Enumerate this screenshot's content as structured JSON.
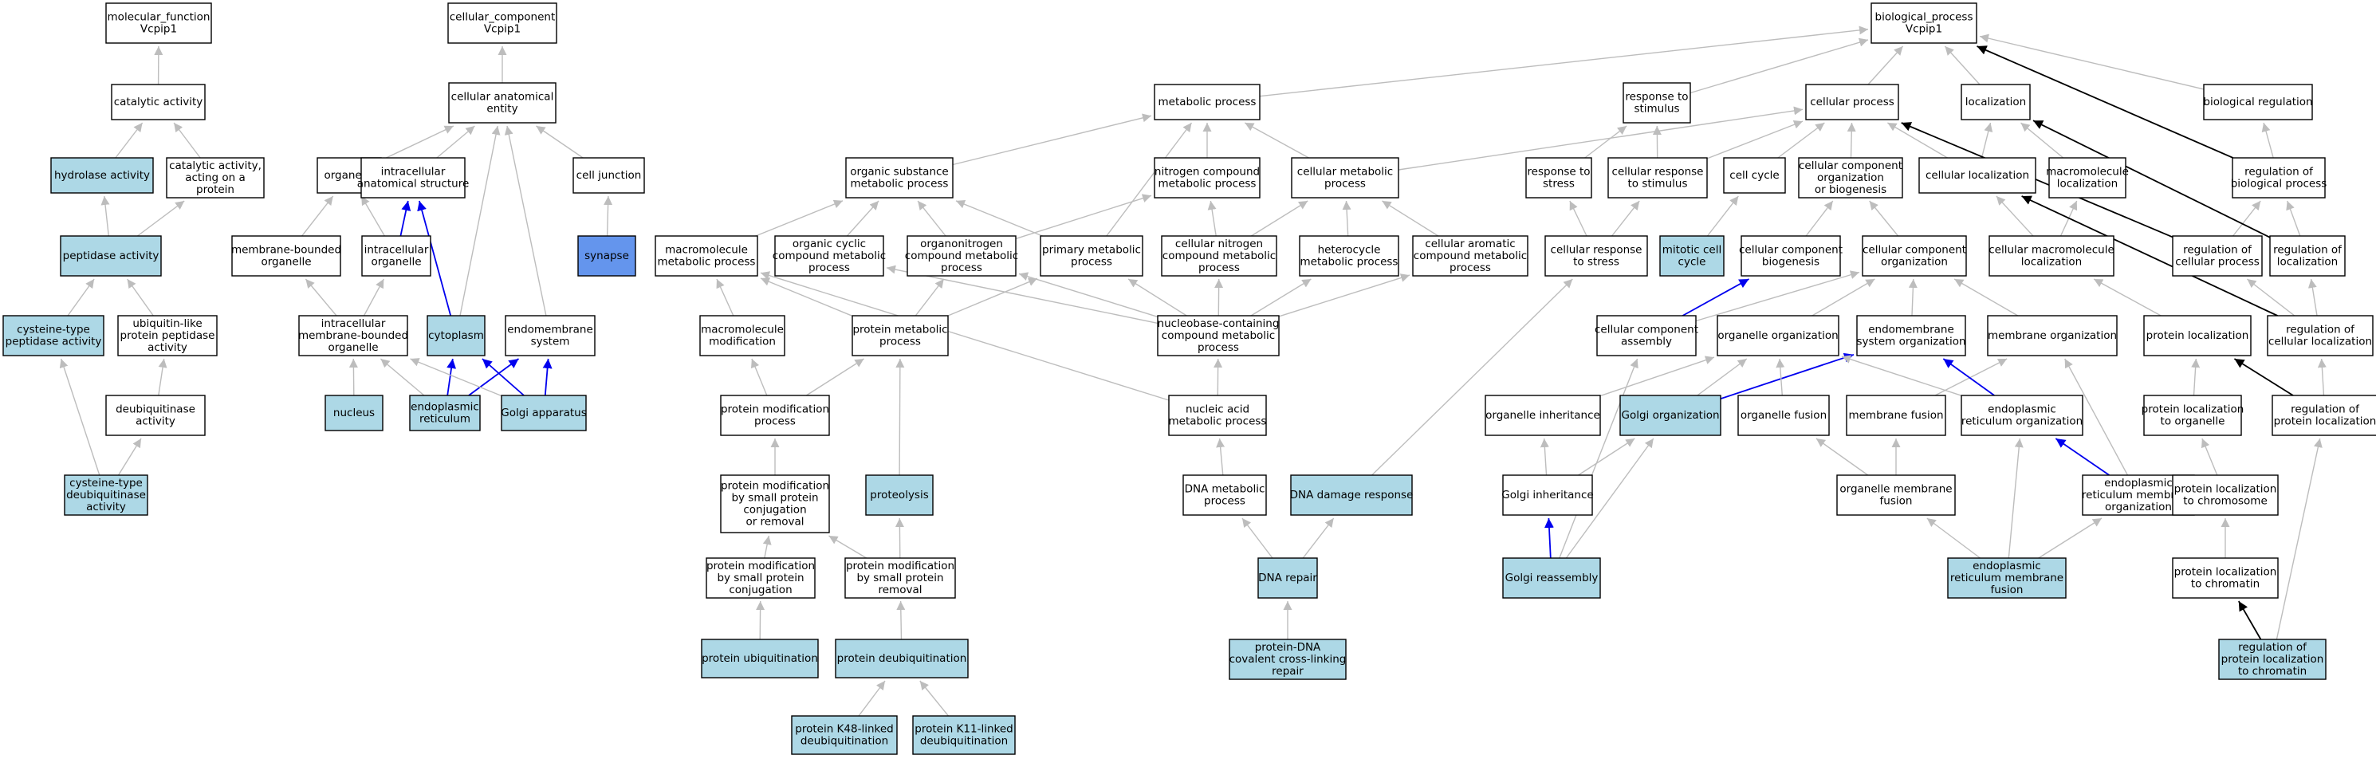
{
  "colors": {
    "plain": "#ffffff",
    "annotated": "#add8e6",
    "highlight": "#6495ed",
    "edge_gray": "#bdbdbd",
    "edge_blue": "#0000ee",
    "edge_black": "#000000"
  },
  "nodes": [
    {
      "id": "mf",
      "lines": [
        "molecular_function",
        "Vcpip1"
      ],
      "fill": "plain"
    },
    {
      "id": "cat",
      "lines": [
        "catalytic activity"
      ],
      "fill": "plain"
    },
    {
      "id": "hyd",
      "lines": [
        "hydrolase activity"
      ],
      "fill": "annotated"
    },
    {
      "id": "catprot",
      "lines": [
        "catalytic activity,",
        "acting on a",
        "protein"
      ],
      "fill": "plain"
    },
    {
      "id": "pep",
      "lines": [
        "peptidase activity"
      ],
      "fill": "annotated"
    },
    {
      "id": "cyspep",
      "lines": [
        "cysteine-type",
        "peptidase activity"
      ],
      "fill": "annotated"
    },
    {
      "id": "ublpep",
      "lines": [
        "ubiquitin-like",
        "protein peptidase",
        "activity"
      ],
      "fill": "plain"
    },
    {
      "id": "deub",
      "lines": [
        "deubiquitinase",
        "activity"
      ],
      "fill": "plain"
    },
    {
      "id": "cysdeub",
      "lines": [
        "cysteine-type",
        "deubiquitinase",
        "activity"
      ],
      "fill": "annotated"
    },
    {
      "id": "cc",
      "lines": [
        "cellular_component",
        "Vcpip1"
      ],
      "fill": "plain"
    },
    {
      "id": "cae",
      "lines": [
        "cellular anatomical",
        "entity"
      ],
      "fill": "plain"
    },
    {
      "id": "organelle",
      "lines": [
        "organelle"
      ],
      "fill": "plain"
    },
    {
      "id": "ias",
      "lines": [
        "intracellular",
        "anatomical structure"
      ],
      "fill": "plain"
    },
    {
      "id": "celljunc",
      "lines": [
        "cell junction"
      ],
      "fill": "plain"
    },
    {
      "id": "mbo",
      "lines": [
        "membrane-bounded",
        "organelle"
      ],
      "fill": "plain"
    },
    {
      "id": "io",
      "lines": [
        "intracellular",
        "organelle"
      ],
      "fill": "plain"
    },
    {
      "id": "synapse",
      "lines": [
        "synapse"
      ],
      "fill": "highlight"
    },
    {
      "id": "imbo",
      "lines": [
        "intracellular",
        "membrane-bounded",
        "organelle"
      ],
      "fill": "plain"
    },
    {
      "id": "cytoplasm",
      "lines": [
        "cytoplasm"
      ],
      "fill": "annotated"
    },
    {
      "id": "endosys",
      "lines": [
        "endomembrane",
        "system"
      ],
      "fill": "plain"
    },
    {
      "id": "nucleus",
      "lines": [
        "nucleus"
      ],
      "fill": "annotated"
    },
    {
      "id": "er",
      "lines": [
        "endoplasmic",
        "reticulum"
      ],
      "fill": "annotated"
    },
    {
      "id": "golgi",
      "lines": [
        "Golgi apparatus"
      ],
      "fill": "annotated"
    },
    {
      "id": "bp",
      "lines": [
        "biological_process",
        "Vcpip1"
      ],
      "fill": "plain"
    },
    {
      "id": "metab",
      "lines": [
        "metabolic process"
      ],
      "fill": "plain"
    },
    {
      "id": "rts",
      "lines": [
        "response to",
        "stimulus"
      ],
      "fill": "plain"
    },
    {
      "id": "cellproc",
      "lines": [
        "cellular process"
      ],
      "fill": "plain"
    },
    {
      "id": "local",
      "lines": [
        "localization"
      ],
      "fill": "plain"
    },
    {
      "id": "bioreg",
      "lines": [
        "biological regulation"
      ],
      "fill": "plain"
    },
    {
      "id": "osmp",
      "lines": [
        "organic substance",
        "metabolic process"
      ],
      "fill": "plain"
    },
    {
      "id": "ncmp",
      "lines": [
        "nitrogen compound",
        "metabolic process"
      ],
      "fill": "plain"
    },
    {
      "id": "cmp",
      "lines": [
        "cellular metabolic",
        "process"
      ],
      "fill": "plain"
    },
    {
      "id": "rstress",
      "lines": [
        "response to",
        "stress"
      ],
      "fill": "plain"
    },
    {
      "id": "crs",
      "lines": [
        "cellular response",
        "to stimulus"
      ],
      "fill": "plain"
    },
    {
      "id": "cellcycle",
      "lines": [
        "cell cycle"
      ],
      "fill": "plain"
    },
    {
      "id": "ccob",
      "lines": [
        "cellular component",
        "organization",
        "or biogenesis"
      ],
      "fill": "plain"
    },
    {
      "id": "cellloc",
      "lines": [
        "cellular localization"
      ],
      "fill": "plain"
    },
    {
      "id": "macroloc",
      "lines": [
        "macromolecule",
        "localization"
      ],
      "fill": "plain"
    },
    {
      "id": "rbp",
      "lines": [
        "regulation of",
        "biological process"
      ],
      "fill": "plain"
    },
    {
      "id": "mmp",
      "lines": [
        "macromolecule",
        "metabolic process"
      ],
      "fill": "plain"
    },
    {
      "id": "occmp",
      "lines": [
        "organic cyclic",
        "compound metabolic",
        "process"
      ],
      "fill": "plain"
    },
    {
      "id": "oncmp",
      "lines": [
        "organonitrogen",
        "compound metabolic",
        "process"
      ],
      "fill": "plain"
    },
    {
      "id": "pmp",
      "lines": [
        "primary metabolic",
        "process"
      ],
      "fill": "plain"
    },
    {
      "id": "cncmp",
      "lines": [
        "cellular nitrogen",
        "compound metabolic",
        "process"
      ],
      "fill": "plain"
    },
    {
      "id": "hmp",
      "lines": [
        "heterocycle",
        "metabolic process"
      ],
      "fill": "plain"
    },
    {
      "id": "cacmp",
      "lines": [
        "cellular aromatic",
        "compound metabolic",
        "process"
      ],
      "fill": "plain"
    },
    {
      "id": "crstress",
      "lines": [
        "cellular response",
        "to stress"
      ],
      "fill": "plain"
    },
    {
      "id": "mcc",
      "lines": [
        "mitotic cell",
        "cycle"
      ],
      "fill": "annotated"
    },
    {
      "id": "ccbio",
      "lines": [
        "cellular component",
        "biogenesis"
      ],
      "fill": "plain"
    },
    {
      "id": "cco",
      "lines": [
        "cellular component",
        "organization"
      ],
      "fill": "plain"
    },
    {
      "id": "cml",
      "lines": [
        "cellular macromolecule",
        "localization"
      ],
      "fill": "plain"
    },
    {
      "id": "rcp",
      "lines": [
        "regulation of",
        "cellular process"
      ],
      "fill": "plain"
    },
    {
      "id": "rloc",
      "lines": [
        "regulation of",
        "localization"
      ],
      "fill": "plain"
    },
    {
      "id": "mmmod",
      "lines": [
        "macromolecule",
        "modification"
      ],
      "fill": "plain"
    },
    {
      "id": "protmp",
      "lines": [
        "protein metabolic",
        "process"
      ],
      "fill": "plain"
    },
    {
      "id": "nccmp",
      "lines": [
        "nucleobase-containing",
        "compound metabolic",
        "process"
      ],
      "fill": "plain"
    },
    {
      "id": "cca",
      "lines": [
        "cellular component",
        "assembly"
      ],
      "fill": "plain"
    },
    {
      "id": "orgorg",
      "lines": [
        "organelle organization"
      ],
      "fill": "plain"
    },
    {
      "id": "endoorg",
      "lines": [
        "endomembrane",
        "system organization"
      ],
      "fill": "plain"
    },
    {
      "id": "memorg",
      "lines": [
        "membrane organization"
      ],
      "fill": "plain"
    },
    {
      "id": "protloc",
      "lines": [
        "protein localization"
      ],
      "fill": "plain"
    },
    {
      "id": "rcl",
      "lines": [
        "regulation of",
        "cellular localization"
      ],
      "fill": "plain"
    },
    {
      "id": "pmodp",
      "lines": [
        "protein modification",
        "process"
      ],
      "fill": "plain"
    },
    {
      "id": "namp",
      "lines": [
        "nucleic acid",
        "metabolic process"
      ],
      "fill": "plain"
    },
    {
      "id": "orginh",
      "lines": [
        "organelle inheritance"
      ],
      "fill": "plain"
    },
    {
      "id": "golgiorg",
      "lines": [
        "Golgi organization"
      ],
      "fill": "annotated"
    },
    {
      "id": "orgfus",
      "lines": [
        "organelle fusion"
      ],
      "fill": "plain"
    },
    {
      "id": "memfus",
      "lines": [
        "membrane fusion"
      ],
      "fill": "plain"
    },
    {
      "id": "erorg",
      "lines": [
        "endoplasmic",
        "reticulum organization"
      ],
      "fill": "plain"
    },
    {
      "id": "ptoo",
      "lines": [
        "protein localization",
        "to organelle"
      ],
      "fill": "plain"
    },
    {
      "id": "rpl",
      "lines": [
        "regulation of",
        "protein localization"
      ],
      "fill": "plain"
    },
    {
      "id": "pmscr",
      "lines": [
        "protein modification",
        "by small protein",
        "conjugation",
        "or removal"
      ],
      "fill": "plain"
    },
    {
      "id": "proteolysis",
      "lines": [
        "proteolysis"
      ],
      "fill": "annotated"
    },
    {
      "id": "dnamp",
      "lines": [
        "DNA metabolic",
        "process"
      ],
      "fill": "plain"
    },
    {
      "id": "dnadr",
      "lines": [
        "DNA damage response"
      ],
      "fill": "annotated"
    },
    {
      "id": "golgiinh",
      "lines": [
        "Golgi inheritance"
      ],
      "fill": "plain"
    },
    {
      "id": "omf",
      "lines": [
        "organelle membrane",
        "fusion"
      ],
      "fill": "plain"
    },
    {
      "id": "ermo",
      "lines": [
        "endoplasmic",
        "reticulum membrane",
        "organization"
      ],
      "fill": "plain"
    },
    {
      "id": "ptoc",
      "lines": [
        "protein localization",
        "to chromosome"
      ],
      "fill": "plain"
    },
    {
      "id": "pmspc",
      "lines": [
        "protein modification",
        "by small protein",
        "conjugation"
      ],
      "fill": "plain"
    },
    {
      "id": "pmspr",
      "lines": [
        "protein modification",
        "by small protein",
        "removal"
      ],
      "fill": "plain"
    },
    {
      "id": "dnarep",
      "lines": [
        "DNA repair"
      ],
      "fill": "annotated"
    },
    {
      "id": "golgireasm",
      "lines": [
        "Golgi reassembly"
      ],
      "fill": "annotated"
    },
    {
      "id": "ermf",
      "lines": [
        "endoplasmic",
        "reticulum membrane",
        "fusion"
      ],
      "fill": "annotated"
    },
    {
      "id": "ptochr",
      "lines": [
        "protein localization",
        "to chromatin"
      ],
      "fill": "plain"
    },
    {
      "id": "pubiq",
      "lines": [
        "protein ubiquitination"
      ],
      "fill": "annotated"
    },
    {
      "id": "pdeubiq",
      "lines": [
        "protein deubiquitination"
      ],
      "fill": "annotated"
    },
    {
      "id": "pdnaxl",
      "lines": [
        "protein-DNA",
        "covalent cross-linking",
        "repair"
      ],
      "fill": "annotated"
    },
    {
      "id": "rptochr",
      "lines": [
        "regulation of",
        "protein localization",
        "to chromatin"
      ],
      "fill": "annotated"
    },
    {
      "id": "k48",
      "lines": [
        "protein K48-linked",
        "deubiquitination"
      ],
      "fill": "annotated"
    },
    {
      "id": "k11",
      "lines": [
        "protein K11-linked",
        "deubiquitination"
      ],
      "fill": "annotated"
    }
  ],
  "edges": [
    [
      "cat",
      "mf",
      "gray"
    ],
    [
      "hyd",
      "cat",
      "gray"
    ],
    [
      "catprot",
      "cat",
      "gray"
    ],
    [
      "pep",
      "hyd",
      "gray"
    ],
    [
      "pep",
      "catprot",
      "gray"
    ],
    [
      "cyspep",
      "pep",
      "gray"
    ],
    [
      "ublpep",
      "pep",
      "gray"
    ],
    [
      "deub",
      "ublpep",
      "gray"
    ],
    [
      "cysdeub",
      "cyspep",
      "gray"
    ],
    [
      "cysdeub",
      "deub",
      "gray"
    ],
    [
      "cae",
      "cc",
      "gray"
    ],
    [
      "organelle",
      "cae",
      "gray"
    ],
    [
      "ias",
      "cae",
      "gray"
    ],
    [
      "celljunc",
      "cae",
      "gray"
    ],
    [
      "mbo",
      "organelle",
      "gray"
    ],
    [
      "io",
      "organelle",
      "gray"
    ],
    [
      "io",
      "ias",
      "blue"
    ],
    [
      "synapse",
      "celljunc",
      "gray"
    ],
    [
      "imbo",
      "mbo",
      "gray"
    ],
    [
      "imbo",
      "io",
      "gray"
    ],
    [
      "cytoplasm",
      "ias",
      "blue"
    ],
    [
      "cytoplasm",
      "cae",
      "gray"
    ],
    [
      "endosys",
      "cae",
      "gray"
    ],
    [
      "nucleus",
      "imbo",
      "gray"
    ],
    [
      "er",
      "imbo",
      "gray"
    ],
    [
      "er",
      "cytoplasm",
      "blue"
    ],
    [
      "er",
      "endosys",
      "blue"
    ],
    [
      "golgi",
      "imbo",
      "gray"
    ],
    [
      "golgi",
      "cytoplasm",
      "blue"
    ],
    [
      "golgi",
      "endosys",
      "blue"
    ],
    [
      "metab",
      "bp",
      "gray"
    ],
    [
      "rts",
      "bp",
      "gray"
    ],
    [
      "cellproc",
      "bp",
      "gray"
    ],
    [
      "local",
      "bp",
      "gray"
    ],
    [
      "bioreg",
      "bp",
      "gray"
    ],
    [
      "osmp",
      "metab",
      "gray"
    ],
    [
      "ncmp",
      "metab",
      "gray"
    ],
    [
      "cmp",
      "metab",
      "gray"
    ],
    [
      "cmp",
      "cellproc",
      "gray"
    ],
    [
      "rstress",
      "rts",
      "gray"
    ],
    [
      "crs",
      "rts",
      "gray"
    ],
    [
      "crs",
      "cellproc",
      "gray"
    ],
    [
      "cellcycle",
      "cellproc",
      "gray"
    ],
    [
      "ccob",
      "cellproc",
      "gray"
    ],
    [
      "cellloc",
      "cellproc",
      "gray"
    ],
    [
      "cellloc",
      "local",
      "gray"
    ],
    [
      "macroloc",
      "local",
      "gray"
    ],
    [
      "rbp",
      "bioreg",
      "gray"
    ],
    [
      "rbp",
      "bp",
      "black"
    ],
    [
      "mmp",
      "osmp",
      "gray"
    ],
    [
      "occmp",
      "osmp",
      "gray"
    ],
    [
      "oncmp",
      "osmp",
      "gray"
    ],
    [
      "oncmp",
      "ncmp",
      "gray"
    ],
    [
      "pmp",
      "osmp",
      "gray"
    ],
    [
      "pmp",
      "metab",
      "gray"
    ],
    [
      "cncmp",
      "ncmp",
      "gray"
    ],
    [
      "cncmp",
      "cmp",
      "gray"
    ],
    [
      "hmp",
      "cmp",
      "gray"
    ],
    [
      "cacmp",
      "cmp",
      "gray"
    ],
    [
      "crstress",
      "rstress",
      "gray"
    ],
    [
      "crstress",
      "crs",
      "gray"
    ],
    [
      "mcc",
      "cellcycle",
      "gray"
    ],
    [
      "ccbio",
      "ccob",
      "gray"
    ],
    [
      "cco",
      "ccob",
      "gray"
    ],
    [
      "cml",
      "cellloc",
      "gray"
    ],
    [
      "cml",
      "macroloc",
      "gray"
    ],
    [
      "rcp",
      "rbp",
      "gray"
    ],
    [
      "rcp",
      "cellproc",
      "black"
    ],
    [
      "rloc",
      "rbp",
      "gray"
    ],
    [
      "rloc",
      "local",
      "black"
    ],
    [
      "mmmod",
      "mmp",
      "gray"
    ],
    [
      "protmp",
      "mmp",
      "gray"
    ],
    [
      "protmp",
      "oncmp",
      "gray"
    ],
    [
      "protmp",
      "pmp",
      "gray"
    ],
    [
      "nccmp",
      "occmp",
      "gray"
    ],
    [
      "nccmp",
      "pmp",
      "gray"
    ],
    [
      "nccmp",
      "cncmp",
      "gray"
    ],
    [
      "nccmp",
      "hmp",
      "gray"
    ],
    [
      "nccmp",
      "cacmp",
      "gray"
    ],
    [
      "nccmp",
      "oncmp",
      "gray"
    ],
    [
      "cca",
      "ccbio",
      "blue"
    ],
    [
      "cca",
      "cco",
      "gray"
    ],
    [
      "orgorg",
      "cco",
      "gray"
    ],
    [
      "endoorg",
      "cco",
      "gray"
    ],
    [
      "memorg",
      "cco",
      "gray"
    ],
    [
      "protloc",
      "cml",
      "gray"
    ],
    [
      "rcl",
      "rloc",
      "gray"
    ],
    [
      "rcl",
      "rcp",
      "gray"
    ],
    [
      "rcl",
      "cellloc",
      "black"
    ],
    [
      "pmodp",
      "mmmod",
      "gray"
    ],
    [
      "pmodp",
      "protmp",
      "gray"
    ],
    [
      "namp",
      "nccmp",
      "gray"
    ],
    [
      "namp",
      "mmp",
      "gray"
    ],
    [
      "orginh",
      "orgorg",
      "gray"
    ],
    [
      "golgiorg",
      "orgorg",
      "gray"
    ],
    [
      "golgiorg",
      "endoorg",
      "blue"
    ],
    [
      "orgfus",
      "orgorg",
      "gray"
    ],
    [
      "memfus",
      "memorg",
      "gray"
    ],
    [
      "erorg",
      "orgorg",
      "gray"
    ],
    [
      "erorg",
      "endoorg",
      "blue"
    ],
    [
      "ptoo",
      "protloc",
      "gray"
    ],
    [
      "rpl",
      "rcl",
      "gray"
    ],
    [
      "rpl",
      "protloc",
      "black"
    ],
    [
      "pmscr",
      "pmodp",
      "gray"
    ],
    [
      "proteolysis",
      "protmp",
      "gray"
    ],
    [
      "dnamp",
      "namp",
      "gray"
    ],
    [
      "dnadr",
      "crstress",
      "gray"
    ],
    [
      "golgiinh",
      "orginh",
      "gray"
    ],
    [
      "golgiinh",
      "golgiorg",
      "gray"
    ],
    [
      "omf",
      "orgfus",
      "gray"
    ],
    [
      "omf",
      "memfus",
      "gray"
    ],
    [
      "ermo",
      "erorg",
      "blue"
    ],
    [
      "ermo",
      "memorg",
      "gray"
    ],
    [
      "ptoc",
      "ptoo",
      "gray"
    ],
    [
      "pmspc",
      "pmscr",
      "gray"
    ],
    [
      "pmspr",
      "pmscr",
      "gray"
    ],
    [
      "pmspr",
      "proteolysis",
      "gray"
    ],
    [
      "dnarep",
      "dnamp",
      "gray"
    ],
    [
      "dnarep",
      "dnadr",
      "gray"
    ],
    [
      "golgireasm",
      "golgiinh",
      "blue"
    ],
    [
      "golgireasm",
      "golgiorg",
      "gray"
    ],
    [
      "golgireasm",
      "cca",
      "gray"
    ],
    [
      "ermf",
      "omf",
      "gray"
    ],
    [
      "ermf",
      "ermo",
      "gray"
    ],
    [
      "ermf",
      "erorg",
      "gray"
    ],
    [
      "ptochr",
      "ptoc",
      "gray"
    ],
    [
      "pubiq",
      "pmspc",
      "gray"
    ],
    [
      "pdeubiq",
      "pmspr",
      "gray"
    ],
    [
      "pdnaxl",
      "dnarep",
      "gray"
    ],
    [
      "rptochr",
      "ptochr",
      "black"
    ],
    [
      "rptochr",
      "rpl",
      "gray"
    ],
    [
      "k48",
      "pdeubiq",
      "gray"
    ],
    [
      "k11",
      "pdeubiq",
      "gray"
    ]
  ]
}
